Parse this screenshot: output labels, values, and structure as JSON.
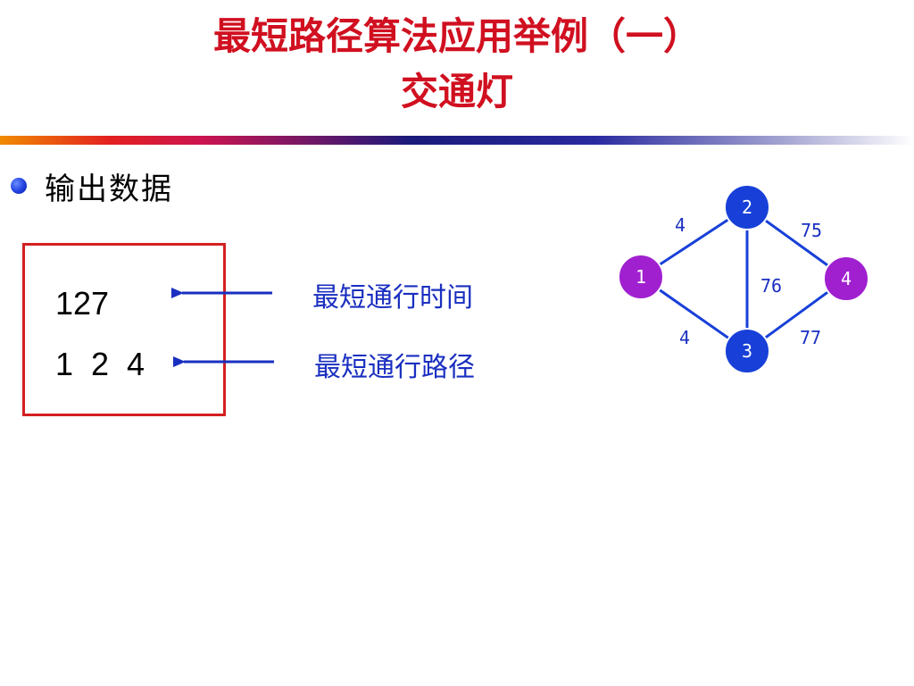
{
  "title": {
    "line1": "最短路径算法应用举例（一）",
    "line2": "交通灯"
  },
  "bullet": {
    "text": "输出数据"
  },
  "output": {
    "time_value": "127",
    "path_value": "1 2 4"
  },
  "annotations": {
    "time_label": "最短通行时间",
    "path_label": "最短通行路径"
  },
  "graph": {
    "nodes": [
      {
        "id": "1",
        "label": "1",
        "color": "#a020d0"
      },
      {
        "id": "2",
        "label": "2",
        "color": "#1840d8"
      },
      {
        "id": "3",
        "label": "3",
        "color": "#1840d8"
      },
      {
        "id": "4",
        "label": "4",
        "color": "#a020d0"
      }
    ],
    "edges": [
      {
        "from": "1",
        "to": "2",
        "weight": "4"
      },
      {
        "from": "2",
        "to": "4",
        "weight": "75"
      },
      {
        "from": "2",
        "to": "3",
        "weight": "76"
      },
      {
        "from": "1",
        "to": "3",
        "weight": "4"
      },
      {
        "from": "3",
        "to": "4",
        "weight": "77"
      }
    ]
  },
  "colors": {
    "title": "#d01020",
    "annotation": "#1a2fc0",
    "box_border": "#d42020",
    "node_blue": "#1840d8",
    "node_purple": "#a020d0"
  }
}
